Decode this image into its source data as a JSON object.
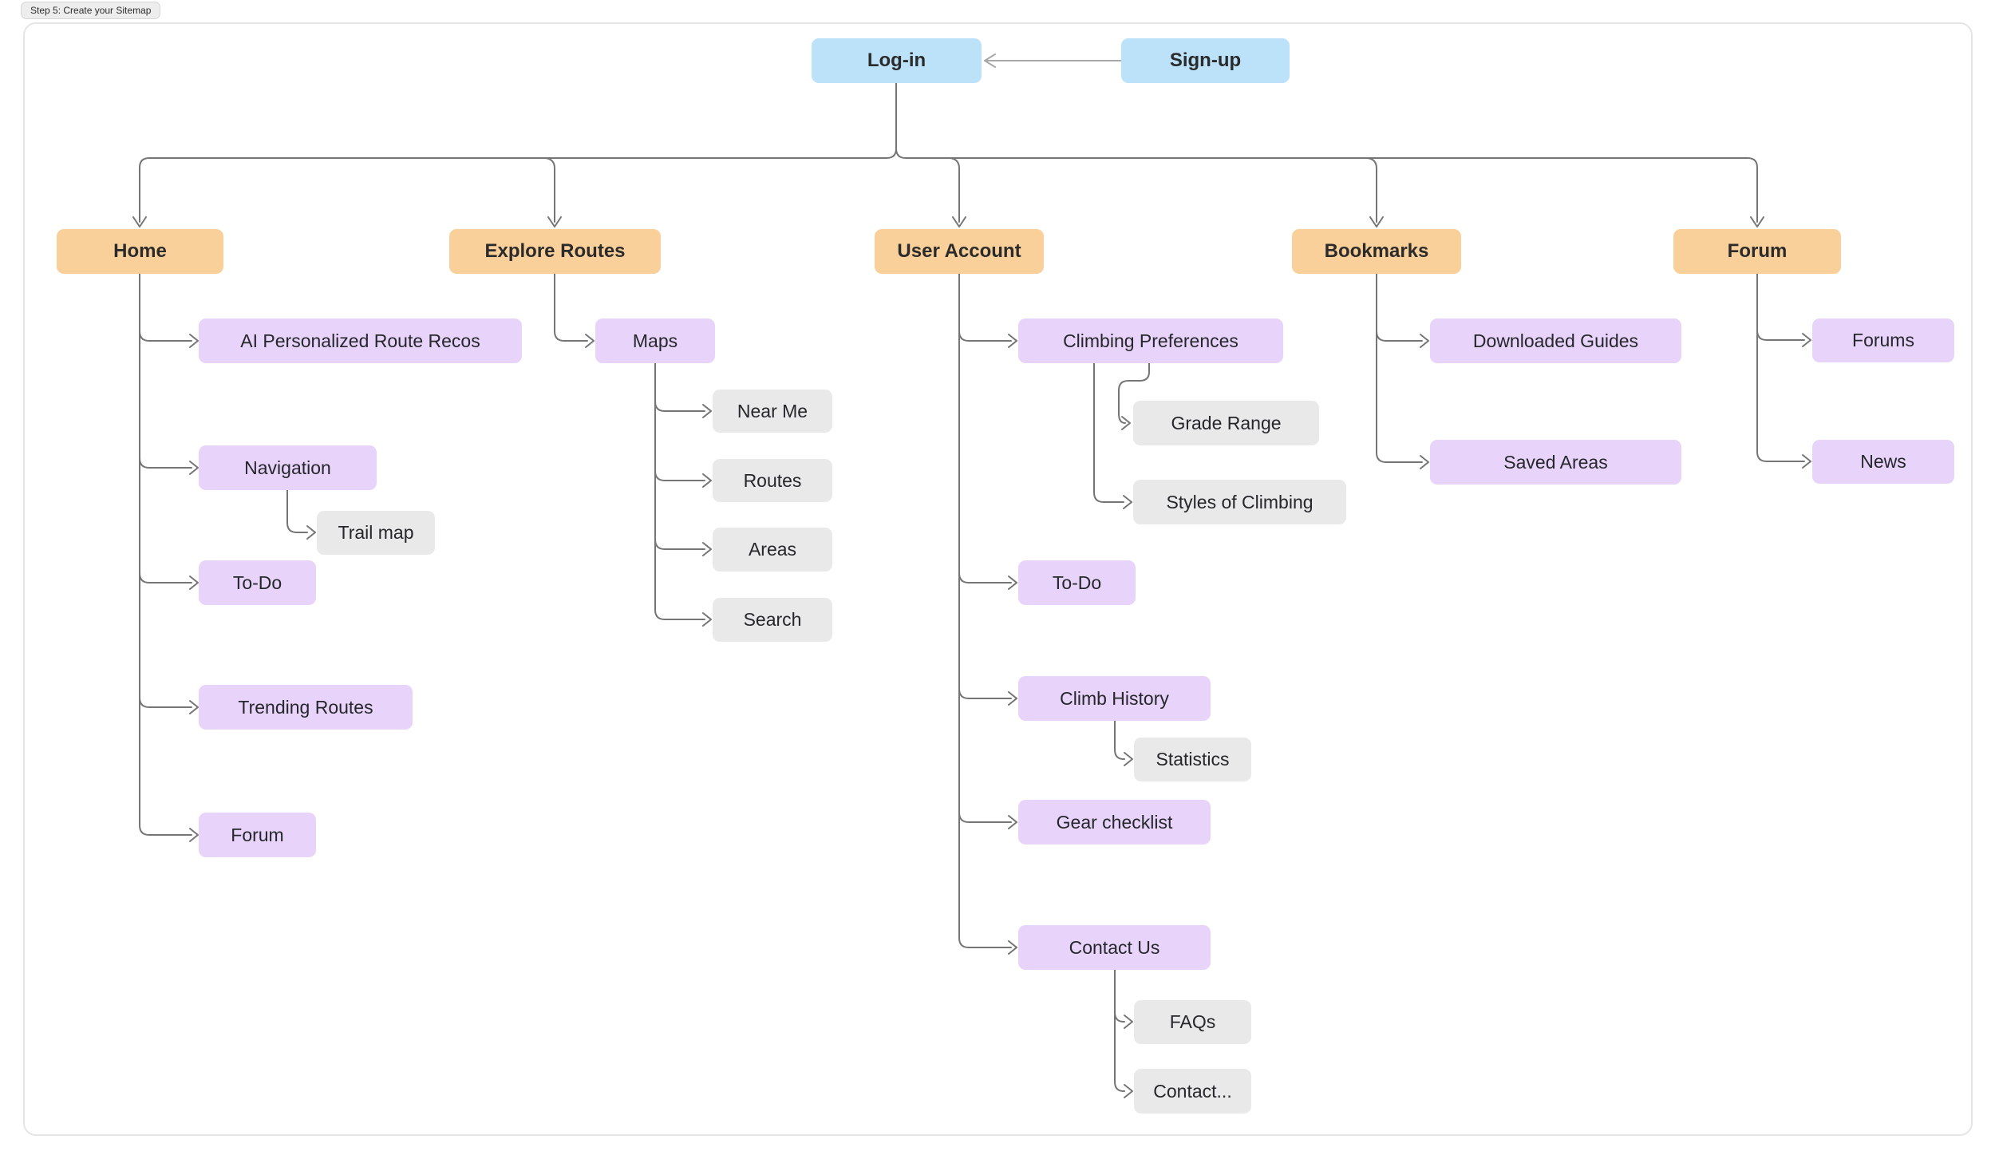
{
  "page": {
    "step_label": "Step 5: Create your Sitemap"
  },
  "colors": {
    "auth_blue": "#bce2f9",
    "section_orange": "#f9cf9a",
    "page_purple": "#e8d4fa",
    "subpage_gray": "#e9e9e9",
    "connector": "#757575",
    "auth_arrow": "#a8a8a8"
  },
  "sitemap": {
    "auth": {
      "login": "Log-in",
      "signup": "Sign-up"
    },
    "home": {
      "label": "Home",
      "ai": "AI Personalized Route Recos",
      "navigation": "Navigation",
      "trail_map": "Trail map",
      "todo": "To-Do",
      "trending": "Trending Routes",
      "forum": "Forum"
    },
    "explore": {
      "label": "Explore Routes",
      "maps": "Maps",
      "near_me": "Near Me",
      "routes": "Routes",
      "areas": "Areas",
      "search": "Search"
    },
    "user_account": {
      "label": "User Account",
      "climbing_preferences": "Climbing Preferences",
      "grade_range": "Grade Range",
      "styles": "Styles of Climbing",
      "todo": "To-Do",
      "climb_history": "Climb History",
      "statistics": "Statistics",
      "gear_checklist": "Gear checklist",
      "contact_us": "Contact Us",
      "faqs": "FAQs",
      "contact_more": "Contact..."
    },
    "bookmarks": {
      "label": "Bookmarks",
      "downloaded_guides": "Downloaded Guides",
      "saved_areas": "Saved Areas"
    },
    "forum": {
      "label": "Forum",
      "forums": "Forums",
      "news": "News"
    }
  }
}
